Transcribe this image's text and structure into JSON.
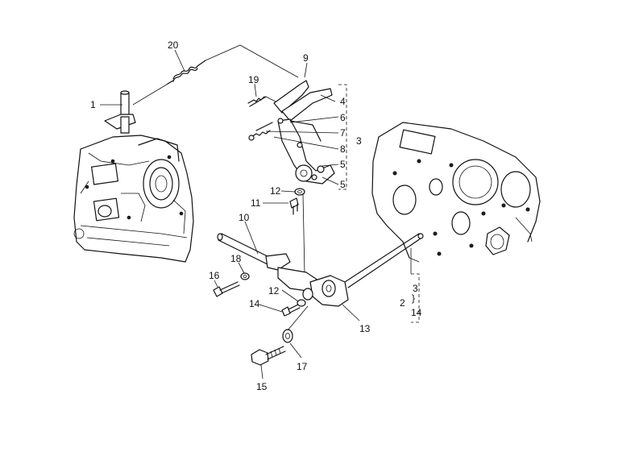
{
  "diagram": {
    "part_callouts": {
      "p1": "1",
      "p2": "2",
      "p3": "3",
      "p4": "4",
      "p5a": "5",
      "p5b": "5",
      "p6": "6",
      "p7": "7",
      "p8": "8",
      "p9": "9",
      "p10": "10",
      "p11": "11",
      "p12a": "12",
      "p12b": "12",
      "p13": "13",
      "p14": "14",
      "p15": "15",
      "p16": "16",
      "p17": "17",
      "p18": "18",
      "p19": "19",
      "p20": "20"
    },
    "kit_group_2": {
      "marker": "2",
      "items": [
        "3",
        "14"
      ]
    }
  }
}
